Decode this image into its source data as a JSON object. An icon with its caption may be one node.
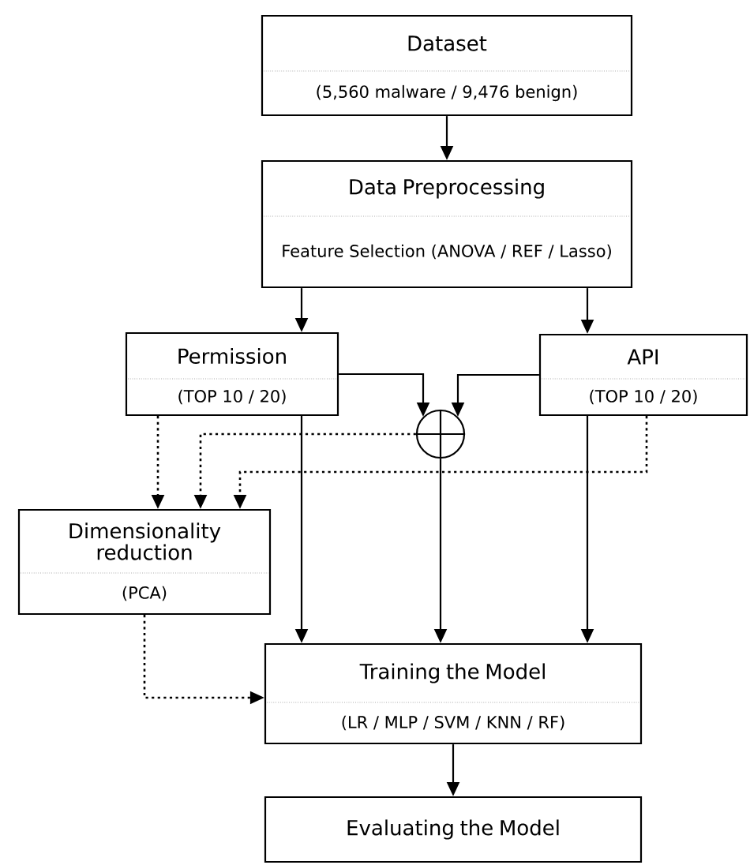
{
  "diagram": {
    "nodes": [
      {
        "text": [
          "Dataset",
          "(5,560 malware / 9,476 benign)"
        ]
      },
      {
        "text": [
          "Data Preprocessing",
          "Feature Selection (ANOVA / REF / Lasso)"
        ]
      },
      {
        "text": [
          "Permission",
          "(TOP 10 / 20)"
        ]
      },
      {
        "text": [
          "API",
          "(TOP 10 / 20)"
        ]
      },
      {
        "text": [],
        "shape": "circle"
      },
      {
        "text": [
          "Dimensionality reduction",
          "(PCA)"
        ]
      },
      {
        "text": [
          "Training the Model",
          "(LR / MLP / SVM / KNN / RF)"
        ]
      },
      {
        "text": [
          "Evaluating the Model"
        ]
      }
    ],
    "edges": [
      {
        "from": 0,
        "to": 1,
        "arrow": "to"
      },
      {
        "from": 1,
        "to": 2,
        "arrow": "to"
      },
      {
        "from": 1,
        "to": 3,
        "arrow": "to"
      },
      {
        "from": 2,
        "to": 4,
        "arrow": "to"
      },
      {
        "from": 3,
        "to": 4,
        "arrow": "to"
      },
      {
        "from": 2,
        "to": 6,
        "arrow": "to"
      },
      {
        "from": 4,
        "to": 6,
        "arrow": "to"
      },
      {
        "from": 3,
        "to": 6,
        "arrow": "to"
      },
      {
        "from": 2,
        "to": 5,
        "arrow": "to",
        "style": "dashed"
      },
      {
        "from": 4,
        "to": 5,
        "arrow": "to",
        "style": "dashed"
      },
      {
        "from": 3,
        "to": 5,
        "arrow": "to",
        "style": "dashed"
      },
      {
        "from": 5,
        "to": 6,
        "arrow": "to",
        "style": "dashed"
      },
      {
        "from": 6,
        "to": 7,
        "arrow": "to"
      }
    ]
  }
}
